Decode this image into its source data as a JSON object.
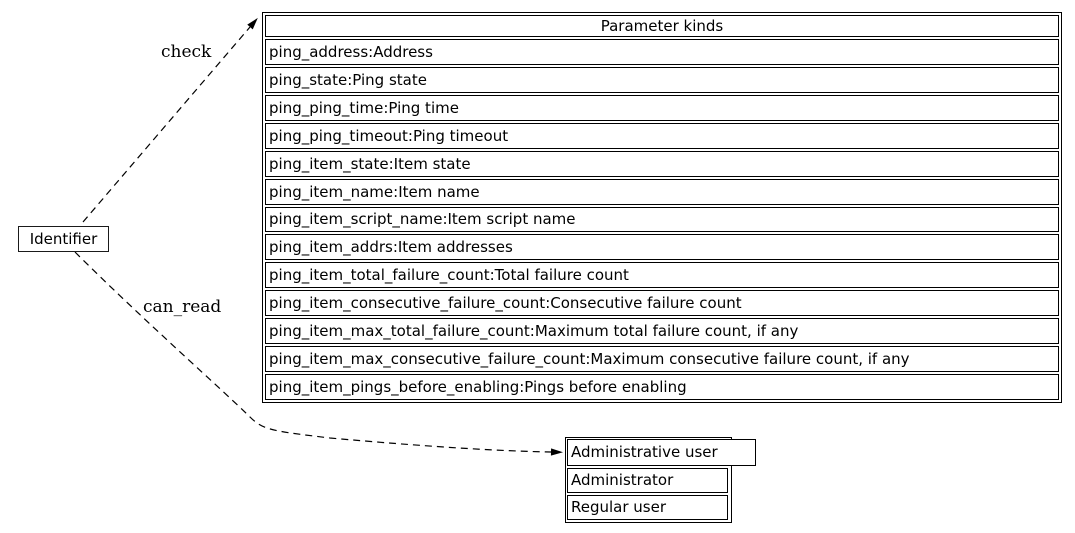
{
  "diagram": {
    "background_color": "#ffffff",
    "line_color": "#000000",
    "text_color": "#000000",
    "identifier_node": {
      "label": "Identifier"
    },
    "parameter_kinds_table": {
      "title": "Parameter kinds",
      "rows": [
        "ping_address:Address",
        "ping_state:Ping state",
        "ping_ping_time:Ping time",
        "ping_ping_timeout:Ping timeout",
        "ping_item_state:Item state",
        "ping_item_name:Item name",
        "ping_item_script_name:Item script name",
        "ping_item_addrs:Item addresses",
        "ping_item_total_failure_count:Total failure count",
        "ping_item_consecutive_failure_count:Consecutive failure count",
        "ping_item_max_total_failure_count:Maximum total failure count, if any",
        "ping_item_max_consecutive_failure_count:Maximum consecutive failure count, if any",
        "ping_item_pings_before_enabling:Pings before enabling"
      ]
    },
    "admin_user_table": {
      "title": "Administrative user",
      "rows": [
        "Administrator",
        "Regular user"
      ]
    },
    "edges": {
      "check": {
        "label": "check",
        "style": "dashed",
        "from": "Identifier",
        "to": "Parameter kinds"
      },
      "can_read": {
        "label": "can_read",
        "style": "dashed",
        "from": "Identifier",
        "to": "Administrative user"
      }
    }
  }
}
